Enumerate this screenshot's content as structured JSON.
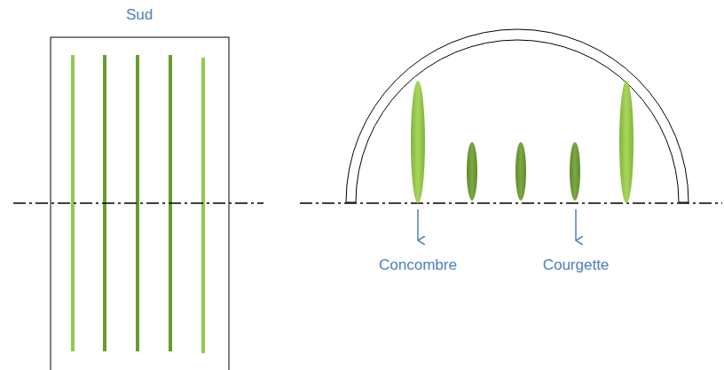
{
  "diagram": {
    "labels": [
      "Sud",
      "Concombre",
      "Courgette"
    ]
  }
}
